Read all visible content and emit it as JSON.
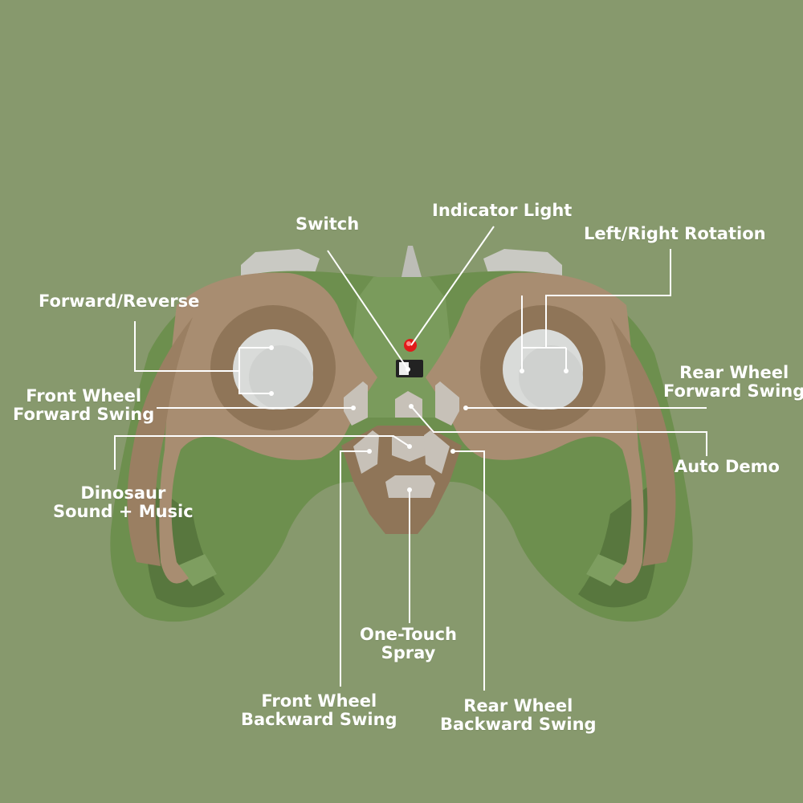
{
  "colors": {
    "background": "#87996d",
    "shell_tan": "#a88d71",
    "shell_tan_dark": "#8f7558",
    "body_green": "#6d8f4e",
    "body_green_dark": "#58773e",
    "stick_grey": "#d9dbd9",
    "indicator_red": "#e11a1a",
    "label_white": "#ffffff"
  },
  "labels": {
    "switch": "Switch",
    "indicator_light": "Indicator Light",
    "left_right_rotation": "Left/Right Rotation",
    "forward_reverse": "Forward/Reverse",
    "front_wheel_forward_swing": [
      "Front Wheel",
      "Forward Swing"
    ],
    "rear_wheel_forward_swing": [
      "Rear Wheel",
      "Forward Swing"
    ],
    "auto_demo": "Auto Demo",
    "dinosaur_sound_music": [
      "Dinosaur",
      "Sound + Music"
    ],
    "one_touch_spray": [
      "One-Touch",
      "Spray"
    ],
    "front_wheel_backward_swing": [
      "Front Wheel",
      "Backward Swing"
    ],
    "rear_wheel_backward_swing": [
      "Rear Wheel",
      "Backward Swing"
    ]
  }
}
